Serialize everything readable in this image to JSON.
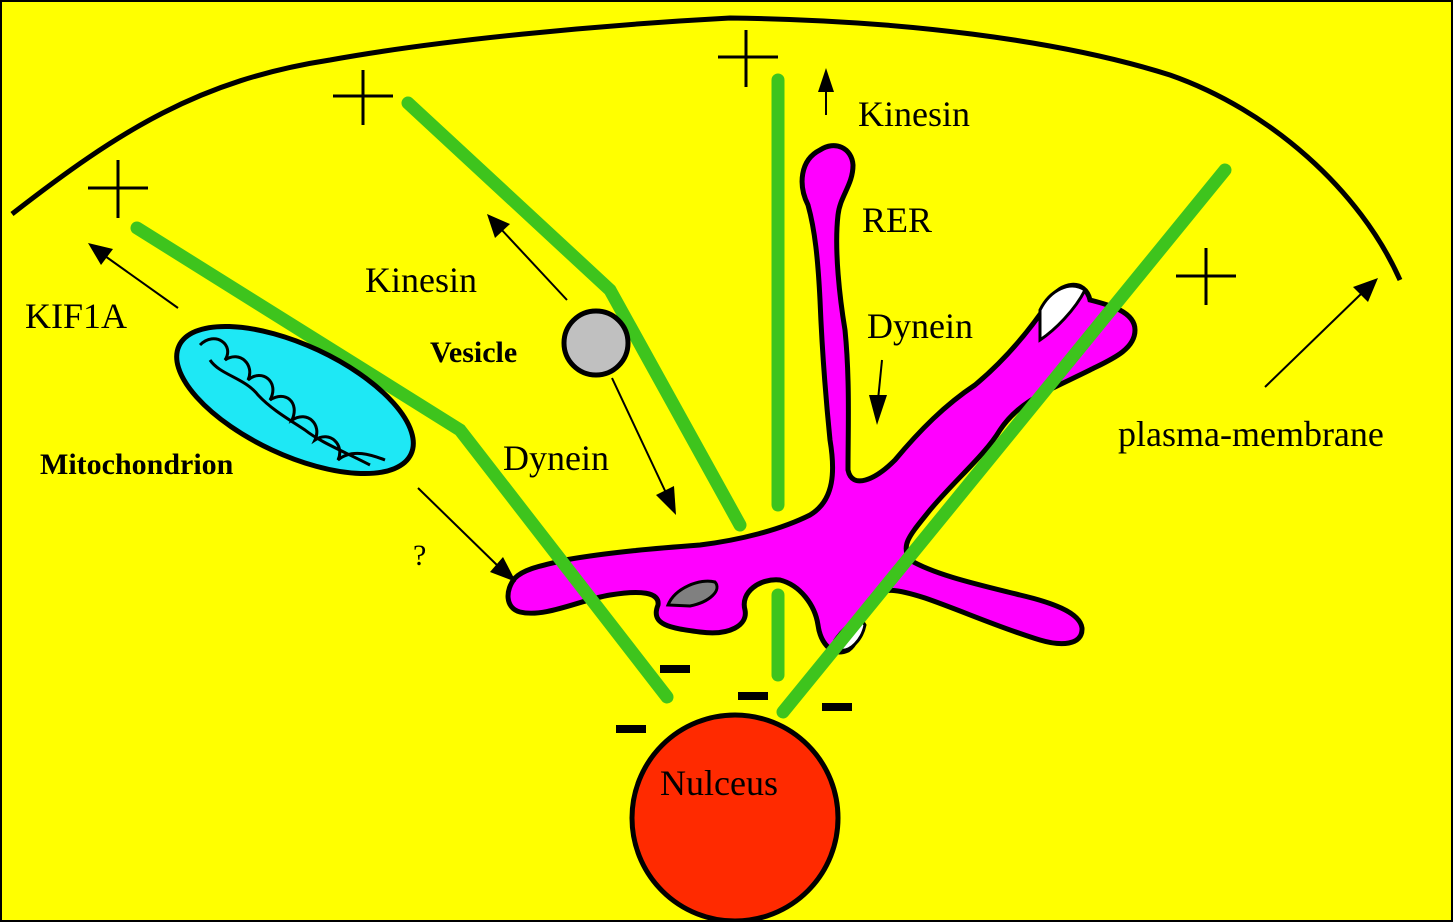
{
  "colors": {
    "background": "#ffff00",
    "frame": "#000000",
    "microtubule": "#3ec41d",
    "rer": "#ff00ff",
    "mitochondrion": "#1ee8f5",
    "vesicle": "#c0c0c0",
    "nucleus": "#ff2a00"
  },
  "labels": {
    "kinesin_top": "Kinesin",
    "rer": "RER",
    "kinesin_left": "Kinesin",
    "kif1a": "KIF1A",
    "vesicle": "Vesicle",
    "dynein_right": "Dynein",
    "mitochondrion": "Mitochondrion",
    "dynein_center": "Dynein",
    "question": "?",
    "plasma_membrane": "plasma-membrane",
    "nucleus": "Nulceus"
  },
  "polarity": {
    "plus": "+",
    "minus": "−"
  }
}
